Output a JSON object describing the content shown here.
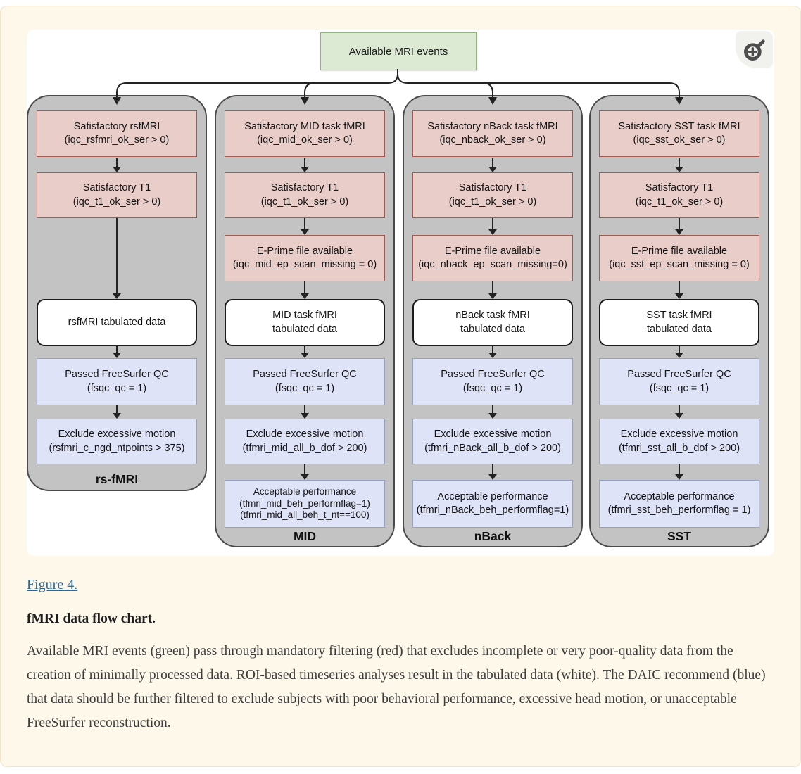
{
  "figure": {
    "root_label": "Available MRI events",
    "columns": [
      {
        "label": "rs-fMRI",
        "boxes": [
          {
            "type": "red",
            "line1": "Satisfactory rsfMRI",
            "line2": "(iqc_rsfmri_ok_ser > 0)"
          },
          {
            "type": "red",
            "line1": "Satisfactory T1",
            "line2": "(iqc_t1_ok_ser > 0)"
          },
          {
            "type": "white",
            "line1": "rsfMRI tabulated data"
          },
          {
            "type": "blue",
            "line1": "Passed FreeSurfer QC",
            "line2": "(fsqc_qc = 1)"
          },
          {
            "type": "blue",
            "line1": "Exclude excessive motion",
            "line2": "(rsfmri_c_ngd_ntpoints > 375)"
          }
        ]
      },
      {
        "label": "MID",
        "boxes": [
          {
            "type": "red",
            "line1": "Satisfactory MID task fMRI",
            "line2": "(iqc_mid_ok_ser > 0)"
          },
          {
            "type": "red",
            "line1": "Satisfactory T1",
            "line2": "(iqc_t1_ok_ser > 0)"
          },
          {
            "type": "red",
            "line1": "E-Prime file available",
            "line2": "(iqc_mid_ep_scan_missing = 0)"
          },
          {
            "type": "white",
            "line1": "MID task fMRI",
            "line2": "tabulated data"
          },
          {
            "type": "blue",
            "line1": "Passed FreeSurfer QC",
            "line2": "(fsqc_qc = 1)"
          },
          {
            "type": "blue",
            "line1": "Exclude excessive motion",
            "line2": "(tfmri_mid_all_b_dof > 200)"
          },
          {
            "type": "blue",
            "line1": "Acceptable performance",
            "line2": "(tfmri_mid_beh_performflag=1)",
            "line3": "(tfmri_mid_all_beh_t_nt==100)"
          }
        ]
      },
      {
        "label": "nBack",
        "boxes": [
          {
            "type": "red",
            "line1": "Satisfactory nBack task fMRI",
            "line2": "(iqc_nback_ok_ser > 0)"
          },
          {
            "type": "red",
            "line1": "Satisfactory T1",
            "line2": "(iqc_t1_ok_ser > 0)"
          },
          {
            "type": "red",
            "line1": "E-Prime file available",
            "line2": "(iqc_nback_ep_scan_missing=0)"
          },
          {
            "type": "white",
            "line1": "nBack task fMRI",
            "line2": "tabulated data"
          },
          {
            "type": "blue",
            "line1": "Passed FreeSurfer QC",
            "line2": "(fsqc_qc = 1)"
          },
          {
            "type": "blue",
            "line1": "Exclude excessive motion",
            "line2": "(tfmri_nBack_all_b_dof > 200)"
          },
          {
            "type": "blue",
            "line1": "Acceptable performance",
            "line2": "(tfmri_nBack_beh_performflag=1)"
          }
        ]
      },
      {
        "label": "SST",
        "boxes": [
          {
            "type": "red",
            "line1": "Satisfactory SST task fMRI",
            "line2": "(iqc_sst_ok_ser > 0)"
          },
          {
            "type": "red",
            "line1": "Satisfactory T1",
            "line2": "(iqc_t1_ok_ser > 0)"
          },
          {
            "type": "red",
            "line1": "E-Prime file available",
            "line2": "(iqc_sst_ep_scan_missing = 0)"
          },
          {
            "type": "white",
            "line1": "SST task fMRI",
            "line2": "tabulated data"
          },
          {
            "type": "blue",
            "line1": "Passed FreeSurfer QC",
            "line2": "(fsqc_qc = 1)"
          },
          {
            "type": "blue",
            "line1": "Exclude excessive motion",
            "line2": "(tfmri_sst_all_b_dof > 200)"
          },
          {
            "type": "blue",
            "line1": "Acceptable performance",
            "line2": "(tfmri_sst_beh_performflag = 1)"
          }
        ]
      }
    ],
    "legend_colors": {
      "green_fill": "#dcead3",
      "green_border": "#94b183",
      "red_fill": "#e9cdc9",
      "red_border": "#a05a52",
      "blue_fill": "#dfe3f8",
      "blue_border": "#97a1c2",
      "column_gray": "#c3c3c3",
      "page_cream": "#fdf8e9",
      "link_blue": "#2f6690"
    },
    "controls": {
      "zoom_button": "zoom-in"
    }
  },
  "caption": {
    "figure_link": "Figure 4.",
    "title": "fMRI data flow chart.",
    "body": "Available MRI events (green) pass through mandatory filtering (red) that excludes incomplete or very poor-quality data from the creation of minimally processed data. ROI-based timeseries analyses result in the tabulated data (white). The DAIC recommend (blue) that data should be further filtered to exclude subjects with poor behavioral performance, excessive head motion, or unacceptable FreeSurfer reconstruction."
  }
}
